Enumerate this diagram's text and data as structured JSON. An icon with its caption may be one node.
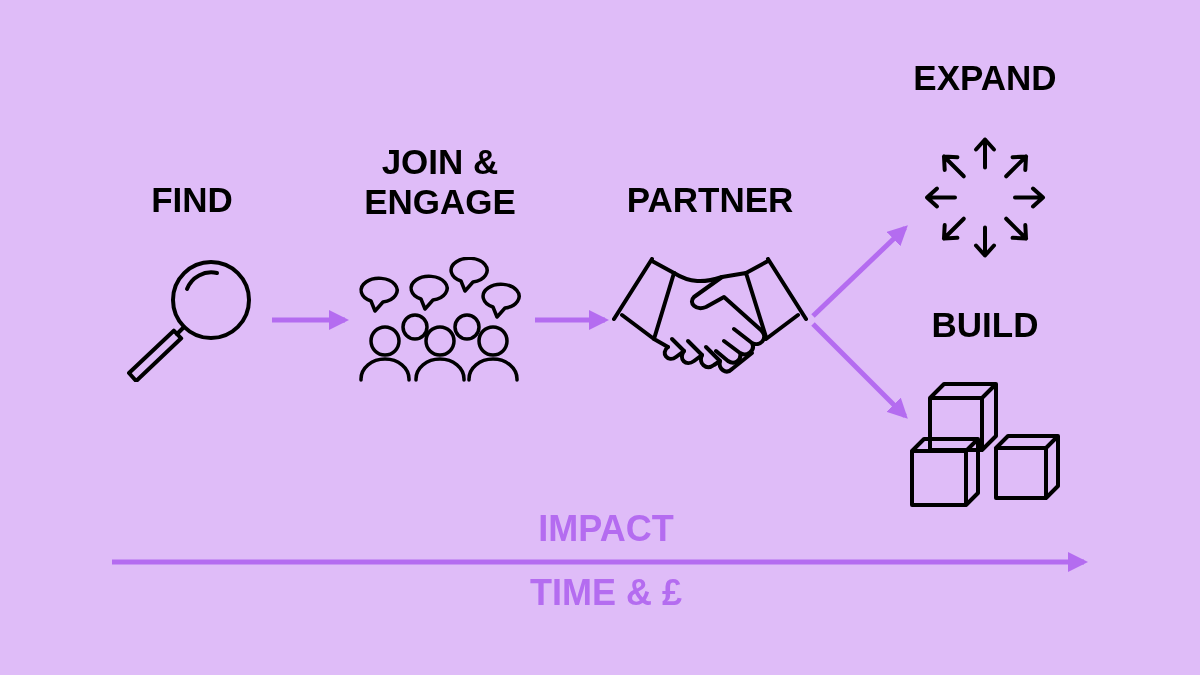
{
  "diagram": {
    "nodes": [
      {
        "text": [
          "FIND"
        ]
      },
      {
        "text": [
          "JOIN & ENGAGE"
        ]
      },
      {
        "text": [
          "PARTNER"
        ]
      },
      {
        "text": [
          "EXPAND"
        ]
      },
      {
        "text": [
          "BUILD"
        ]
      }
    ],
    "edges": [
      {
        "from": 0,
        "to": 1,
        "arrow": "to"
      },
      {
        "from": 1,
        "to": 2,
        "arrow": "to"
      },
      {
        "from": 2,
        "to": 3,
        "arrow": "to"
      },
      {
        "from": 2,
        "to": 4,
        "arrow": "to"
      }
    ],
    "labels": [
      "IMPACT",
      "TIME & £"
    ]
  }
}
